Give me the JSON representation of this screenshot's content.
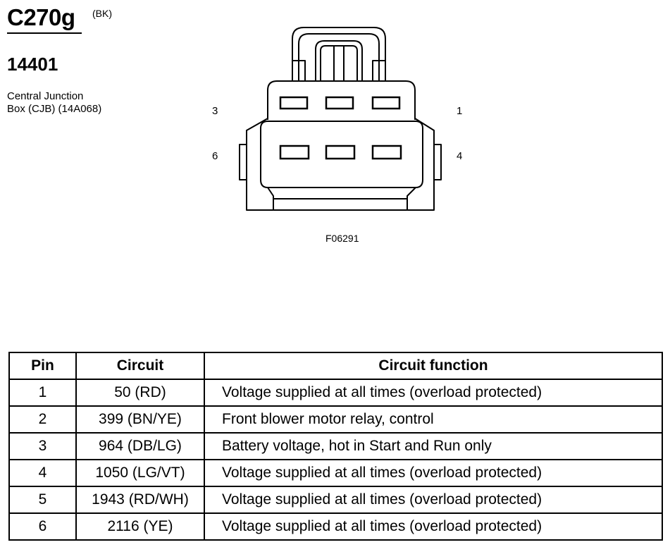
{
  "connector": {
    "id": "C270g",
    "color_code": "(BK)",
    "part_number": "14401",
    "description_line1": "Central Junction",
    "description_line2": "Box (CJB) (14A068)"
  },
  "diagram": {
    "pin_labels": {
      "top_left": "3",
      "top_right": "1",
      "bottom_left": "6",
      "bottom_right": "4"
    },
    "figure_id": "F06291"
  },
  "table": {
    "headers": [
      "Pin",
      "Circuit",
      "Circuit function"
    ],
    "rows": [
      {
        "pin": "1",
        "circuit": "50 (RD)",
        "function": "Voltage supplied at all times (overload protected)"
      },
      {
        "pin": "2",
        "circuit": "399 (BN/YE)",
        "function": "Front blower motor relay, control"
      },
      {
        "pin": "3",
        "circuit": "964 (DB/LG)",
        "function": "Battery voltage, hot in Start and Run only"
      },
      {
        "pin": "4",
        "circuit": "1050 (LG/VT)",
        "function": "Voltage supplied at all times (overload protected)"
      },
      {
        "pin": "5",
        "circuit": "1943 (RD/WH)",
        "function": "Voltage supplied at all times (overload protected)"
      },
      {
        "pin": "6",
        "circuit": "2116 (YE)",
        "function": "Voltage supplied at all times (overload protected)"
      }
    ]
  }
}
